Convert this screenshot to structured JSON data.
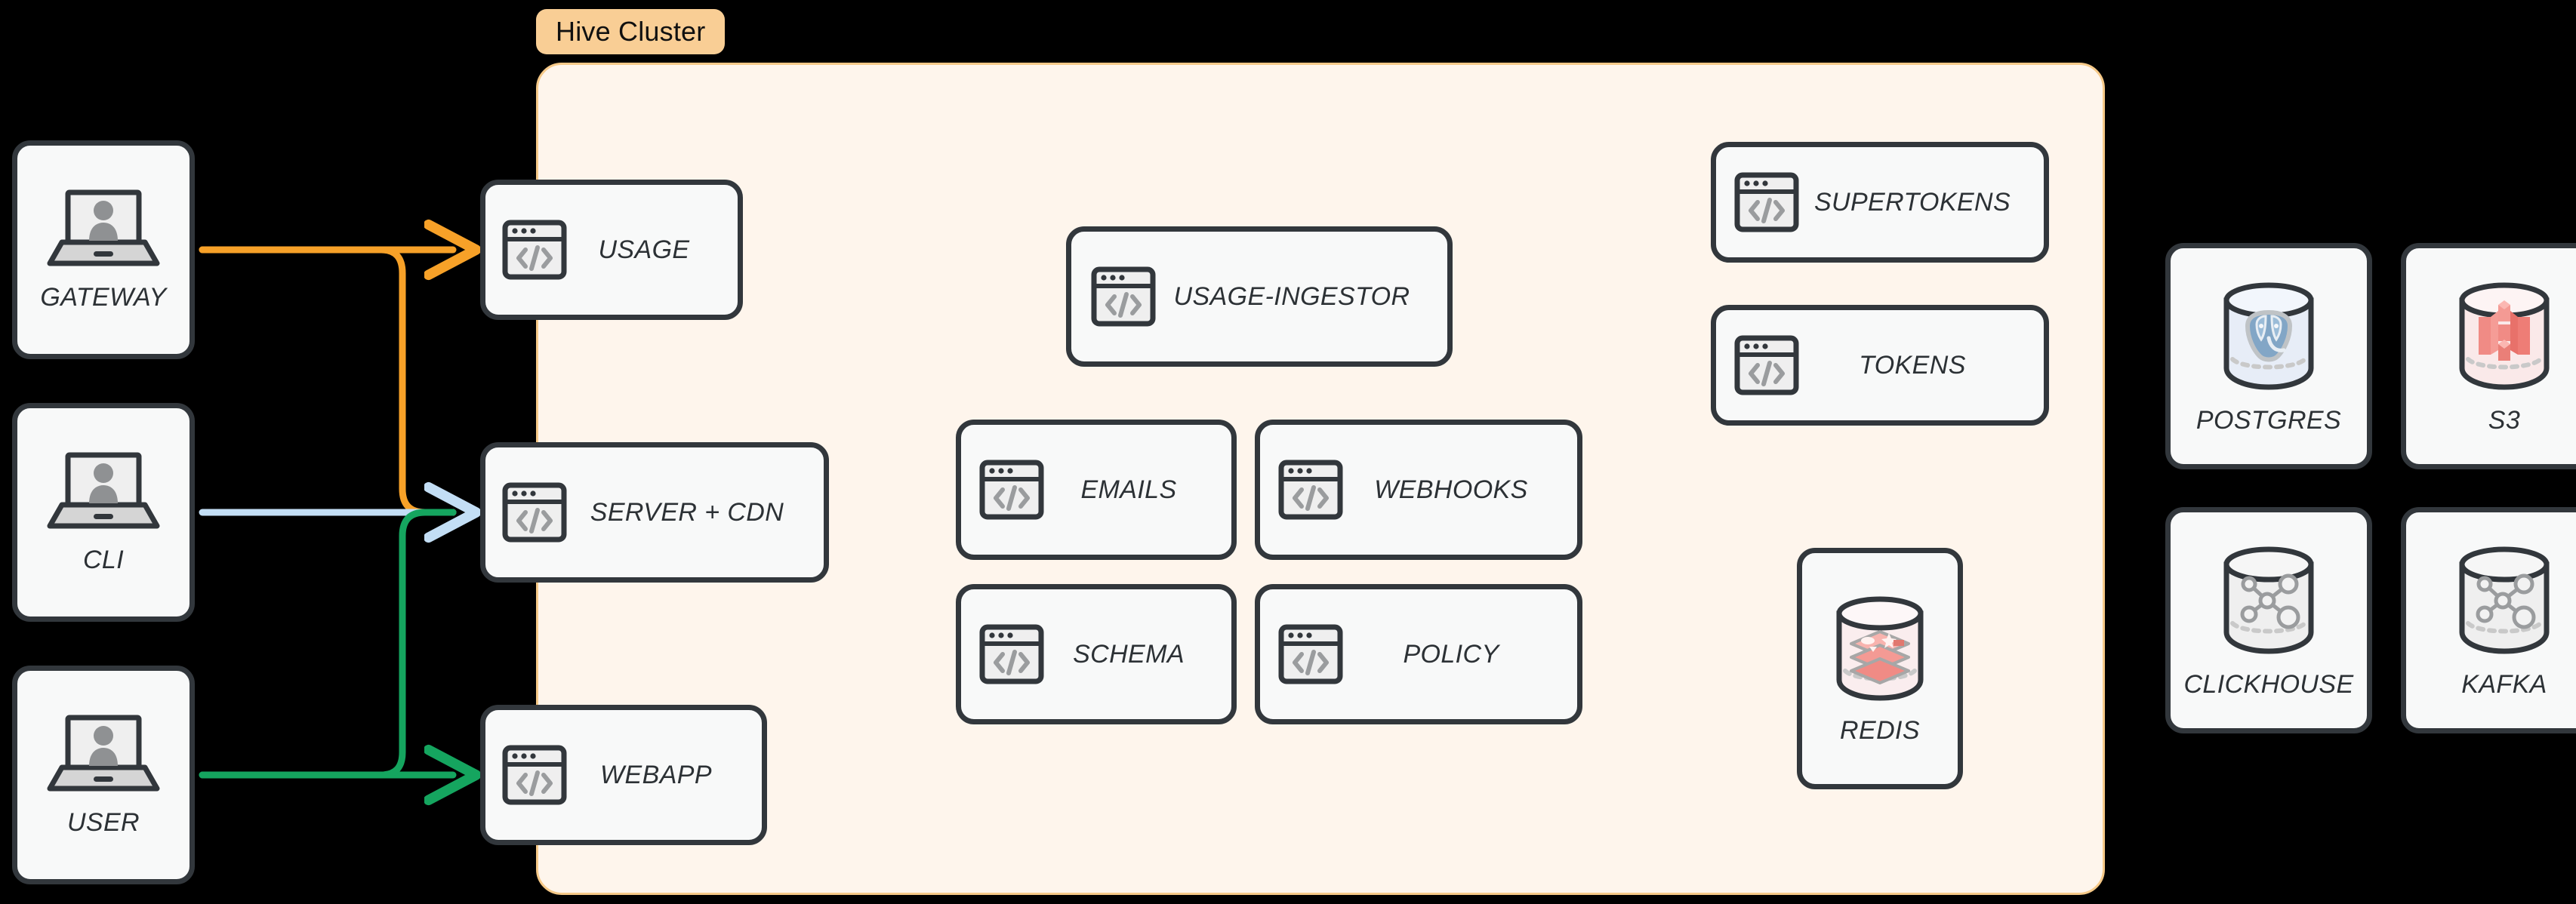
{
  "cluster": {
    "badge_label": "Hive Cluster",
    "badge_color": "#F9CE95",
    "panel_bg": "#FEF5EC",
    "panel_border": "#F6C988"
  },
  "theme": {
    "canvas_bg": "#000000",
    "card_bg": "#F8F9F9",
    "card_border": "#32373C",
    "label_color": "#2C3135",
    "icon_gray": "#8F9193",
    "flow_gateway": "#F7A128",
    "flow_cli": "#C3DEF5",
    "flow_user": "#15A55F"
  },
  "clients": [
    {
      "id": "gateway",
      "label": "GATEWAY",
      "icon": "laptop-user-icon"
    },
    {
      "id": "cli",
      "label": "CLI",
      "icon": "laptop-user-icon"
    },
    {
      "id": "user",
      "label": "USER",
      "icon": "laptop-user-icon"
    }
  ],
  "edge_services": [
    {
      "id": "usage",
      "label": "USAGE",
      "icon": "code-window-icon"
    },
    {
      "id": "server-cdn",
      "label": "SERVER + CDN",
      "icon": "code-window-icon"
    },
    {
      "id": "webapp",
      "label": "WEBAPP",
      "icon": "code-window-icon"
    }
  ],
  "core_services": [
    {
      "id": "usage-ingestor",
      "label": "USAGE-INGESTOR",
      "icon": "code-window-icon"
    },
    {
      "id": "emails",
      "label": "EMAILS",
      "icon": "code-window-icon"
    },
    {
      "id": "webhooks",
      "label": "WEBHOOKS",
      "icon": "code-window-icon"
    },
    {
      "id": "schema",
      "label": "SCHEMA",
      "icon": "code-window-icon"
    },
    {
      "id": "policy",
      "label": "POLICY",
      "icon": "code-window-icon"
    }
  ],
  "auth_services": [
    {
      "id": "supertokens",
      "label": "SUPERTOKENS",
      "icon": "code-window-icon"
    },
    {
      "id": "tokens",
      "label": "TOKENS",
      "icon": "code-window-icon"
    }
  ],
  "cluster_stores": [
    {
      "id": "redis",
      "label": "REDIS",
      "icon": "redis-cylinder-icon"
    }
  ],
  "external_stores": [
    {
      "id": "postgres",
      "label": "POSTGRES",
      "icon": "postgres-cylinder-icon"
    },
    {
      "id": "s3",
      "label": "S3",
      "icon": "s3-cylinder-icon"
    },
    {
      "id": "clickhouse",
      "label": "CLICKHOUSE",
      "icon": "graph-cylinder-icon"
    },
    {
      "id": "kafka",
      "label": "KAFKA",
      "icon": "graph-cylinder-icon"
    }
  ],
  "connections": [
    {
      "id": "gateway-to-usage",
      "from": "gateway",
      "to": "usage",
      "color": "#F7A128"
    },
    {
      "id": "gateway-to-server-cdn",
      "from": "gateway",
      "to": "server-cdn",
      "color": "#F7A128"
    },
    {
      "id": "cli-to-server-cdn",
      "from": "cli",
      "to": "server-cdn",
      "color": "#C3DEF5"
    },
    {
      "id": "user-to-webapp",
      "from": "user",
      "to": "webapp",
      "color": "#15A55F"
    },
    {
      "id": "user-to-server-cdn",
      "from": "user",
      "to": "server-cdn",
      "color": "#15A55F"
    }
  ]
}
